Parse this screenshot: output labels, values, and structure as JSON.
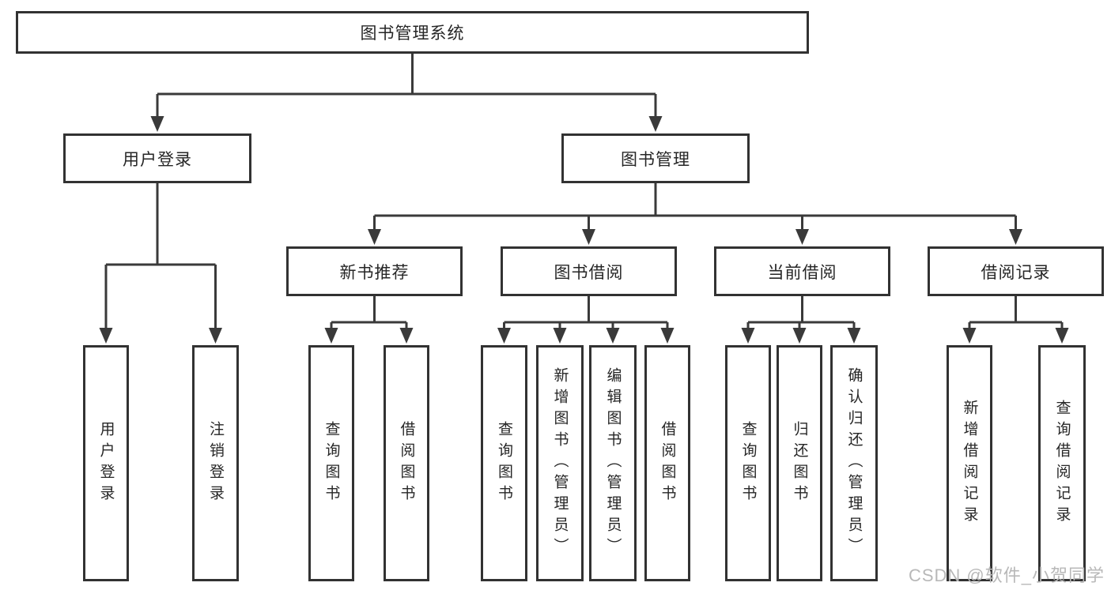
{
  "tree": {
    "label": "图书管理系统",
    "children": [
      {
        "label": "用户登录",
        "children": [
          {
            "label": "用户登录"
          },
          {
            "label": "注销登录"
          }
        ]
      },
      {
        "label": "图书管理",
        "children": [
          {
            "label": "新书推荐",
            "children": [
              {
                "label": "查询图书"
              },
              {
                "label": "借阅图书"
              }
            ]
          },
          {
            "label": "图书借阅",
            "children": [
              {
                "label": "查询图书"
              },
              {
                "label": "新增图书（管理员）"
              },
              {
                "label": "编辑图书（管理员）"
              },
              {
                "label": "借阅图书"
              }
            ]
          },
          {
            "label": "当前借阅",
            "children": [
              {
                "label": "查询图书"
              },
              {
                "label": "归还图书"
              },
              {
                "label": "确认归还（管理员）"
              }
            ]
          },
          {
            "label": "借阅记录",
            "children": [
              {
                "label": "新增借阅记录"
              },
              {
                "label": "查询借阅记录"
              }
            ]
          }
        ]
      }
    ]
  },
  "watermark": "CSDN @软件_小贺同学",
  "colors": {
    "line": "#3a3a3a",
    "box_border": "#323232",
    "text": "#262626",
    "watermark": "#b8b8b8",
    "background": "#ffffff"
  }
}
